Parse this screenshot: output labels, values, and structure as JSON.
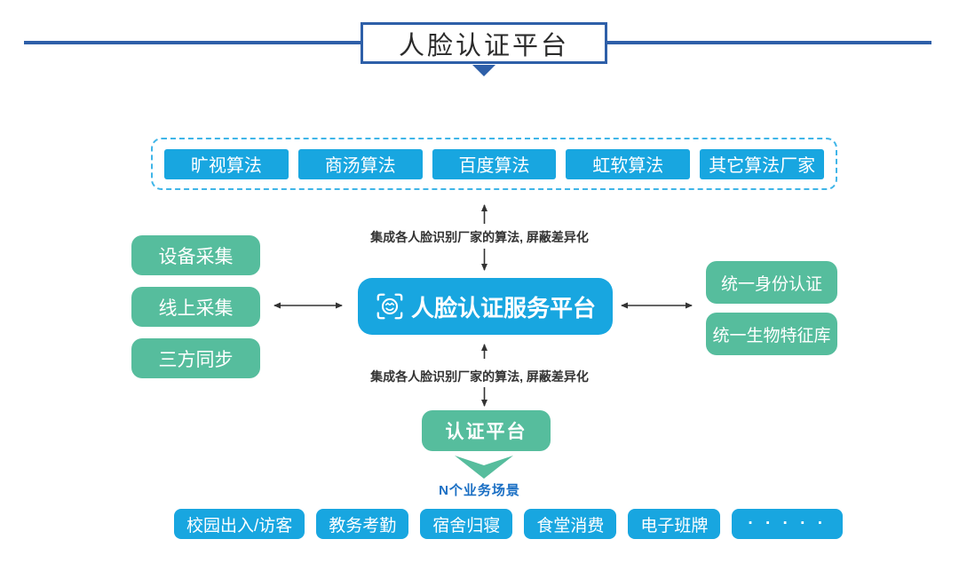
{
  "header": {
    "title": "人脸认证平台"
  },
  "algorithms": {
    "items": [
      {
        "label": "旷视算法"
      },
      {
        "label": "商汤算法"
      },
      {
        "label": "百度算法"
      },
      {
        "label": "虹软算法"
      },
      {
        "label": "其它算法厂家"
      }
    ]
  },
  "center": {
    "label": "人脸认证服务平台",
    "icon": "face-scan-icon",
    "integration_note": "集成各人脸识别厂家的算法, 屏蔽差异化"
  },
  "collection_sources": {
    "items": [
      {
        "label": "设备采集"
      },
      {
        "label": "线上采集"
      },
      {
        "label": "三方同步"
      }
    ]
  },
  "unified_services": {
    "items": [
      {
        "label": "统一身份认证"
      },
      {
        "label": "统一生物特征库"
      }
    ]
  },
  "auth_platform": {
    "label": "认证平台"
  },
  "scenarios": {
    "caption": "N个业务场景",
    "items": [
      {
        "label": "校园出入/访客"
      },
      {
        "label": "教务考勤"
      },
      {
        "label": "宿舍归寝"
      },
      {
        "label": "食堂消费"
      },
      {
        "label": "电子班牌"
      },
      {
        "label": "· · · · ·"
      }
    ]
  },
  "colors": {
    "box_blue": "#18a6e0",
    "box_green": "#56bd9d",
    "header_navy": "#2e5fa8",
    "dashed_border_blue": "#3fb5e8",
    "note_text": "#333333",
    "caption_blue": "#1a6fc4"
  }
}
